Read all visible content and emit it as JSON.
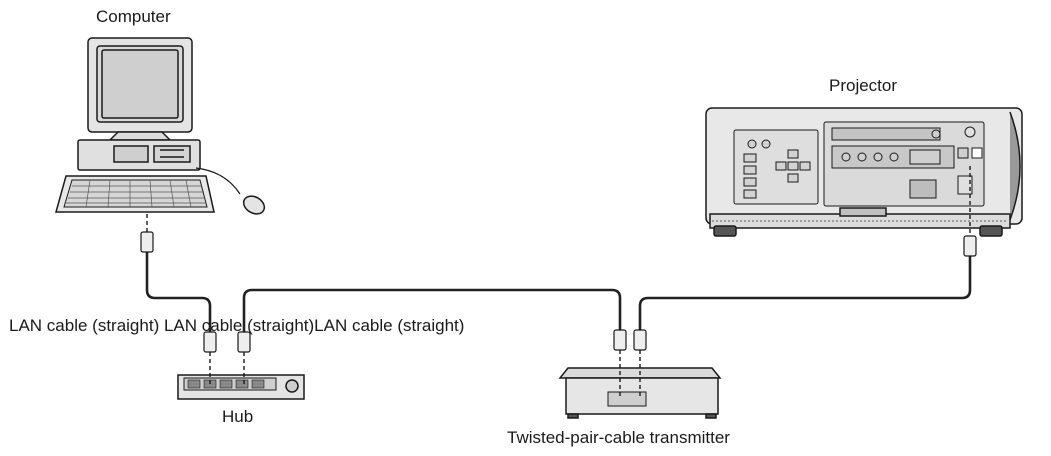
{
  "labels": {
    "computer": "Computer",
    "projector": "Projector",
    "hub": "Hub",
    "transmitter": "Twisted-pair-cable transmitter",
    "cable_label": "LAN cable (straight) LAN cable (straight)LAN cable (straight)"
  },
  "colors": {
    "line": "#1a1a1a",
    "device_fill": "#e6e6e6",
    "device_dark": "#7a7a7a",
    "cable": "#222222"
  }
}
